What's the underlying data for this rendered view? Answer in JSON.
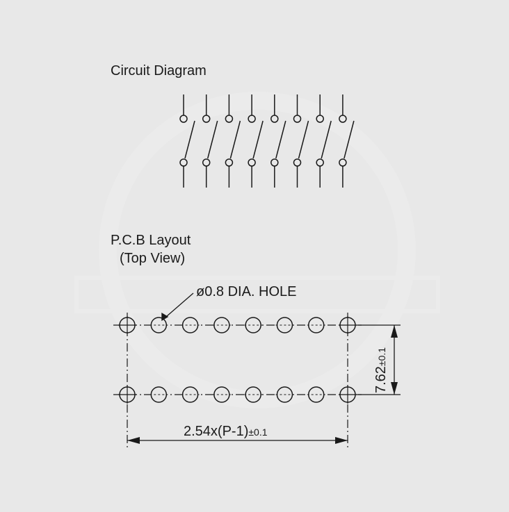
{
  "circuit": {
    "title": "Circuit Diagram",
    "switch_count": 8
  },
  "pcb": {
    "title": "P.C.B Layout",
    "subtitle": "(Top View)",
    "hole_label": "ø0.8  DIA. HOLE",
    "pins_per_row": 8,
    "rows": 2,
    "row_spacing_label": "7.62",
    "row_spacing_tol": "±0.1",
    "pitch_label": "2.54x(P-1)",
    "pitch_tol": "±0.1"
  },
  "colors": {
    "background": "#e8e8e8",
    "ink": "#1a1a1a"
  }
}
